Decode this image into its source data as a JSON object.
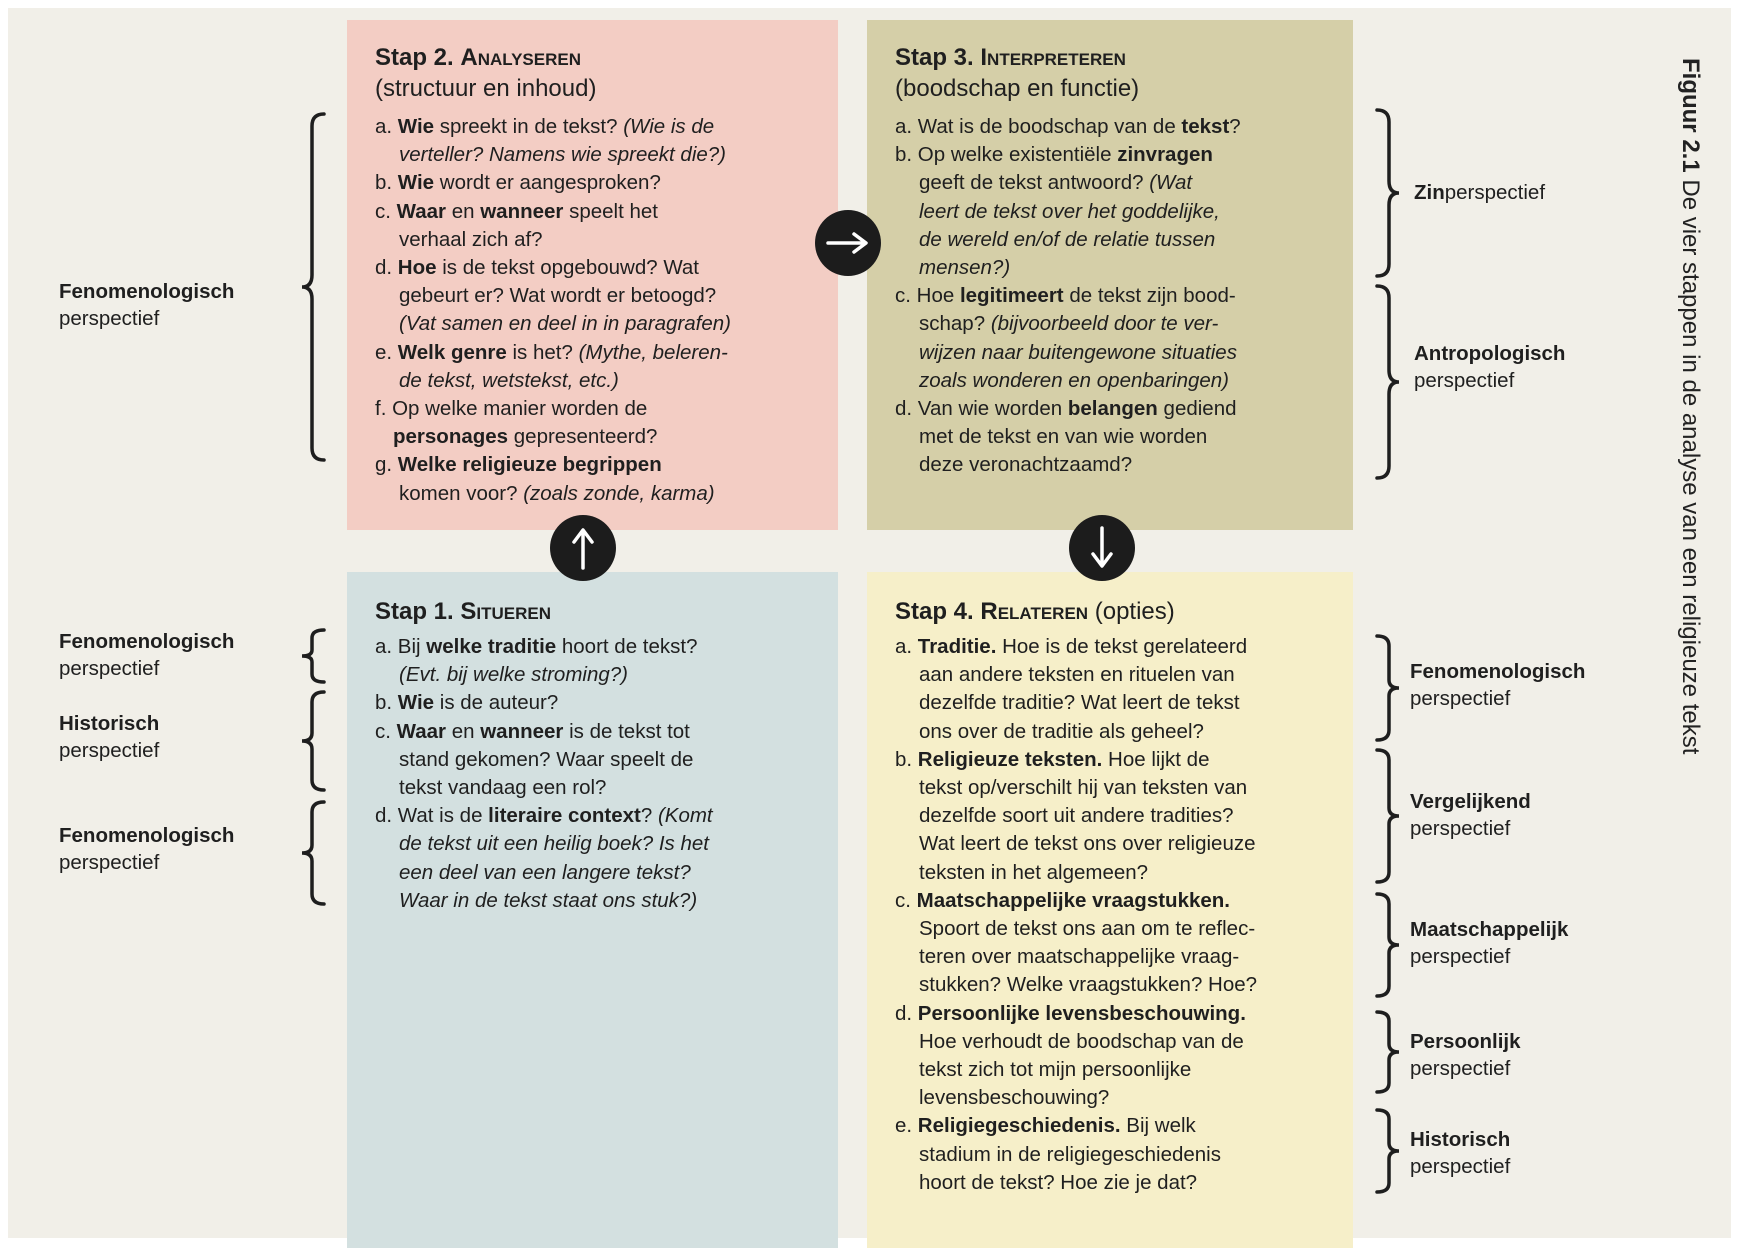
{
  "caption": {
    "label": "Figuur 2.1",
    "text": " De vier stappen in de analyse van een religieuze tekst"
  },
  "step2": {
    "title": "Stap 2.",
    "title_sc": "Analyseren",
    "subtitle": "(structuur en inhoud)",
    "lines": [
      [
        {
          "t": "a. "
        },
        {
          "t": "Wie",
          "b": true
        },
        {
          "t": " spreekt in de tekst? "
        },
        {
          "t": "(Wie is de",
          "i": true
        }
      ],
      [
        {
          "t": "verteller? Namens wie spreekt die?)",
          "i": true
        }
      ],
      [
        {
          "t": "b. "
        },
        {
          "t": "Wie",
          "b": true
        },
        {
          "t": " wordt er aangesproken?"
        }
      ],
      [
        {
          "t": "c. "
        },
        {
          "t": "Waar",
          "b": true
        },
        {
          "t": " en "
        },
        {
          "t": "wanneer",
          "b": true
        },
        {
          "t": " speelt het"
        }
      ],
      [
        {
          "t": "verhaal zich af?"
        }
      ],
      [
        {
          "t": "d. "
        },
        {
          "t": "Hoe",
          "b": true
        },
        {
          "t": " is de tekst opgebouwd? Wat"
        }
      ],
      [
        {
          "t": "gebeurt er? Wat wordt er betoogd?"
        }
      ],
      [
        {
          "t": "(Vat samen en deel in in paragrafen)",
          "i": true
        }
      ],
      [
        {
          "t": "e. "
        },
        {
          "t": "Welk genre",
          "b": true
        },
        {
          "t": " is het? "
        },
        {
          "t": "(Mythe, beleren-",
          "i": true
        }
      ],
      [
        {
          "t": "de tekst, wetstekst, etc.)",
          "i": true
        }
      ],
      [
        {
          "t": "f. Op welke manier worden de"
        }
      ],
      [
        {
          "t": "personages",
          "b": true
        },
        {
          "t": " gepresenteerd?"
        }
      ],
      [
        {
          "t": "g. "
        },
        {
          "t": "Welke religieuze begrippen",
          "b": true
        }
      ],
      [
        {
          "t": "komen voor? "
        },
        {
          "t": "(zoals zonde, karma)",
          "i": true
        }
      ]
    ]
  },
  "step3": {
    "title": "Stap 3.",
    "title_sc": "Interpreteren",
    "subtitle": "(boodschap en functie)",
    "lines": [
      [
        {
          "t": "a. Wat is de boodschap van de "
        },
        {
          "t": "tekst",
          "b": true
        },
        {
          "t": "?"
        }
      ],
      [
        {
          "t": "b. Op welke existentiële "
        },
        {
          "t": "zinvragen",
          "b": true
        }
      ],
      [
        {
          "t": "geeft de tekst antwoord? "
        },
        {
          "t": "(Wat",
          "i": true
        }
      ],
      [
        {
          "t": "leert de tekst over het goddelijke,",
          "i": true
        }
      ],
      [
        {
          "t": "de wereld en/of de relatie tussen",
          "i": true
        }
      ],
      [
        {
          "t": "mensen?)",
          "i": true
        }
      ],
      [
        {
          "t": "c. Hoe "
        },
        {
          "t": "legitimeert",
          "b": true
        },
        {
          "t": " de tekst zijn bood-"
        }
      ],
      [
        {
          "t": "schap? "
        },
        {
          "t": "(bijvoorbeeld door te ver-",
          "i": true
        }
      ],
      [
        {
          "t": "wijzen naar buitengewone situaties",
          "i": true
        }
      ],
      [
        {
          "t": "zoals wonderen en openbaringen)",
          "i": true
        }
      ],
      [
        {
          "t": "d. Van wie worden "
        },
        {
          "t": "belangen",
          "b": true
        },
        {
          "t": " gediend"
        }
      ],
      [
        {
          "t": "met de tekst en van wie worden"
        }
      ],
      [
        {
          "t": "deze veronachtzaamd?"
        }
      ]
    ]
  },
  "step1": {
    "title": "Stap 1.",
    "title_sc": "Situeren",
    "lines": [
      [
        {
          "t": "a. Bij "
        },
        {
          "t": "welke traditie",
          "b": true
        },
        {
          "t": " hoort de tekst?"
        }
      ],
      [
        {
          "t": "(Evt. bij welke stroming?)",
          "i": true
        }
      ],
      [
        {
          "t": "b. "
        },
        {
          "t": "Wie",
          "b": true
        },
        {
          "t": " is de auteur?"
        }
      ],
      [
        {
          "t": "c. "
        },
        {
          "t": "Waar",
          "b": true
        },
        {
          "t": " en "
        },
        {
          "t": "wanneer",
          "b": true
        },
        {
          "t": " is de tekst tot"
        }
      ],
      [
        {
          "t": "stand gekomen? Waar speelt de"
        }
      ],
      [
        {
          "t": "tekst vandaag een rol?"
        }
      ],
      [
        {
          "t": "d. Wat is de "
        },
        {
          "t": "literaire context",
          "b": true
        },
        {
          "t": "? "
        },
        {
          "t": "(Komt",
          "i": true
        }
      ],
      [
        {
          "t": "de tekst uit een heilig boek? Is het",
          "i": true
        }
      ],
      [
        {
          "t": "een deel van een langere tekst?",
          "i": true
        }
      ],
      [
        {
          "t": "Waar in de tekst staat ons stuk?)",
          "i": true
        }
      ]
    ]
  },
  "step4": {
    "title": "Stap 4.",
    "title_sc": "Relateren",
    "title_suffix": " (opties)",
    "lines": [
      [
        {
          "t": "a. "
        },
        {
          "t": "Traditie.",
          "b": true
        },
        {
          "t": " Hoe is de tekst gerelateerd"
        }
      ],
      [
        {
          "t": "aan andere teksten en rituelen van"
        }
      ],
      [
        {
          "t": "dezelfde traditie? Wat leert de tekst"
        }
      ],
      [
        {
          "t": "ons over de traditie als geheel?"
        }
      ],
      [
        {
          "t": "b. "
        },
        {
          "t": "Religieuze teksten.",
          "b": true
        },
        {
          "t": " Hoe lijkt de"
        }
      ],
      [
        {
          "t": "tekst op/verschilt hij van teksten van"
        }
      ],
      [
        {
          "t": "dezelfde soort uit andere tradities?"
        }
      ],
      [
        {
          "t": "Wat leert de tekst ons over religieuze"
        }
      ],
      [
        {
          "t": "teksten in het algemeen?"
        }
      ],
      [
        {
          "t": "c. "
        },
        {
          "t": "Maatschappelijke vraagstukken.",
          "b": true
        }
      ],
      [
        {
          "t": "Spoort de tekst ons aan om te reflec-"
        }
      ],
      [
        {
          "t": "teren over maatschappelijke vraag-"
        }
      ],
      [
        {
          "t": "stukken? Welke vraagstukken? Hoe?"
        }
      ],
      [
        {
          "t": "d. "
        },
        {
          "t": "Persoonlijke levensbeschouwing.",
          "b": true
        }
      ],
      [
        {
          "t": "Hoe verhoudt de boodschap van de"
        }
      ],
      [
        {
          "t": "tekst zich tot mijn persoonlijke"
        }
      ],
      [
        {
          "t": "levensbeschouwing?"
        }
      ],
      [
        {
          "t": "e. "
        },
        {
          "t": "Religiegeschiedenis.",
          "b": true
        },
        {
          "t": " Bij welk"
        }
      ],
      [
        {
          "t": "stadium in de religiegeschiedenis"
        }
      ],
      [
        {
          "t": "hoort de tekst? Hoe zie je dat?"
        }
      ]
    ]
  },
  "perspectives": {
    "step2_fenomenologisch": {
      "bold": "Fenomenologisch",
      "rest": "perspectief"
    },
    "step1_fenomenologisch_a": {
      "bold": "Fenomenologisch",
      "rest": "perspectief"
    },
    "step1_historisch": {
      "bold": "Historisch",
      "rest": "perspectief"
    },
    "step1_fenomenologisch_d": {
      "bold": "Fenomenologisch",
      "rest": "perspectief"
    },
    "step3_zin": {
      "bold": "Zin",
      "inline": "perspectief"
    },
    "step3_antropologisch": {
      "bold": "Antropologisch",
      "rest": "perspectief"
    },
    "step4_fenomenologisch": {
      "bold": "Fenomenologisch",
      "rest": "perspectief"
    },
    "step4_vergelijkend": {
      "bold": "Vergelijkend",
      "rest": "perspectief"
    },
    "step4_maatschappelijk": {
      "bold": "Maatschappelijk",
      "rest": "perspectief"
    },
    "step4_persoonlijk": {
      "bold": "Persoonlijk",
      "rest": "perspectief"
    },
    "step4_historisch": {
      "bold": "Historisch",
      "rest": "perspectief"
    }
  },
  "arrows": {
    "step2_to_step3": "right-arrow-icon",
    "step1_to_step2": "up-arrow-icon",
    "step3_to_step4": "down-arrow-icon"
  },
  "colors": {
    "step2": "#f3cdc4",
    "step3": "#d5cfa8",
    "step1": "#d3e0e0",
    "step4": "#f6efc9",
    "background": "#f1efe8",
    "arrow": "#1c1c1c"
  }
}
